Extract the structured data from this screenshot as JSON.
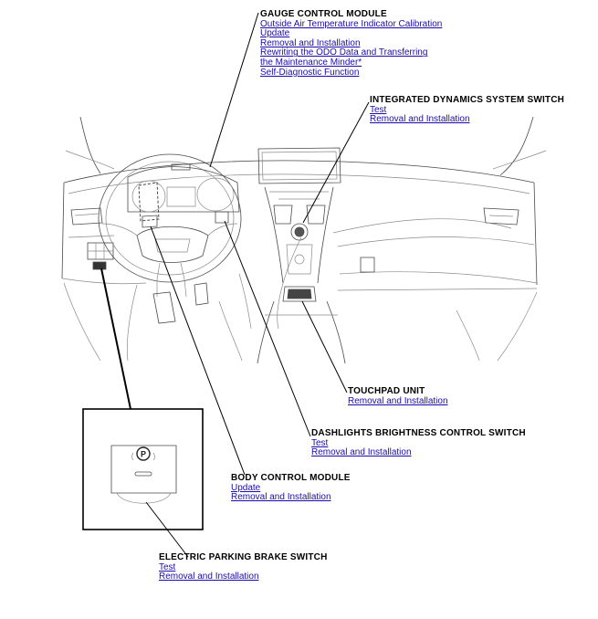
{
  "callouts": {
    "gauge_control_module": {
      "title": "GAUGE CONTROL MODULE",
      "links": [
        "Outside Air Temperature Indicator Calibration",
        "Update",
        "Removal and Installation",
        "Rewriting the ODO Data and Transferring",
        "the Maintenance Minder*",
        "Self-Diagnostic Function"
      ]
    },
    "integrated_dynamics_switch": {
      "title": "INTEGRATED DYNAMICS SYSTEM SWITCH",
      "links": [
        "Test",
        "Removal and Installation"
      ]
    },
    "touchpad_unit": {
      "title": "TOUCHPAD UNIT",
      "links": [
        "Removal and Installation"
      ]
    },
    "dashlights_brightness_switch": {
      "title": "DASHLIGHTS BRIGHTNESS CONTROL SWITCH",
      "links": [
        "Test",
        "Removal and Installation"
      ]
    },
    "body_control_module": {
      "title": "BODY CONTROL MODULE",
      "links": [
        "Update",
        "Removal and Installation"
      ]
    },
    "electric_parking_brake_switch": {
      "title": "ELECTRIC PARKING BRAKE SWITCH",
      "links": [
        "Test",
        "Removal and Installation"
      ]
    }
  },
  "inset": {
    "switch_symbol": "P"
  }
}
